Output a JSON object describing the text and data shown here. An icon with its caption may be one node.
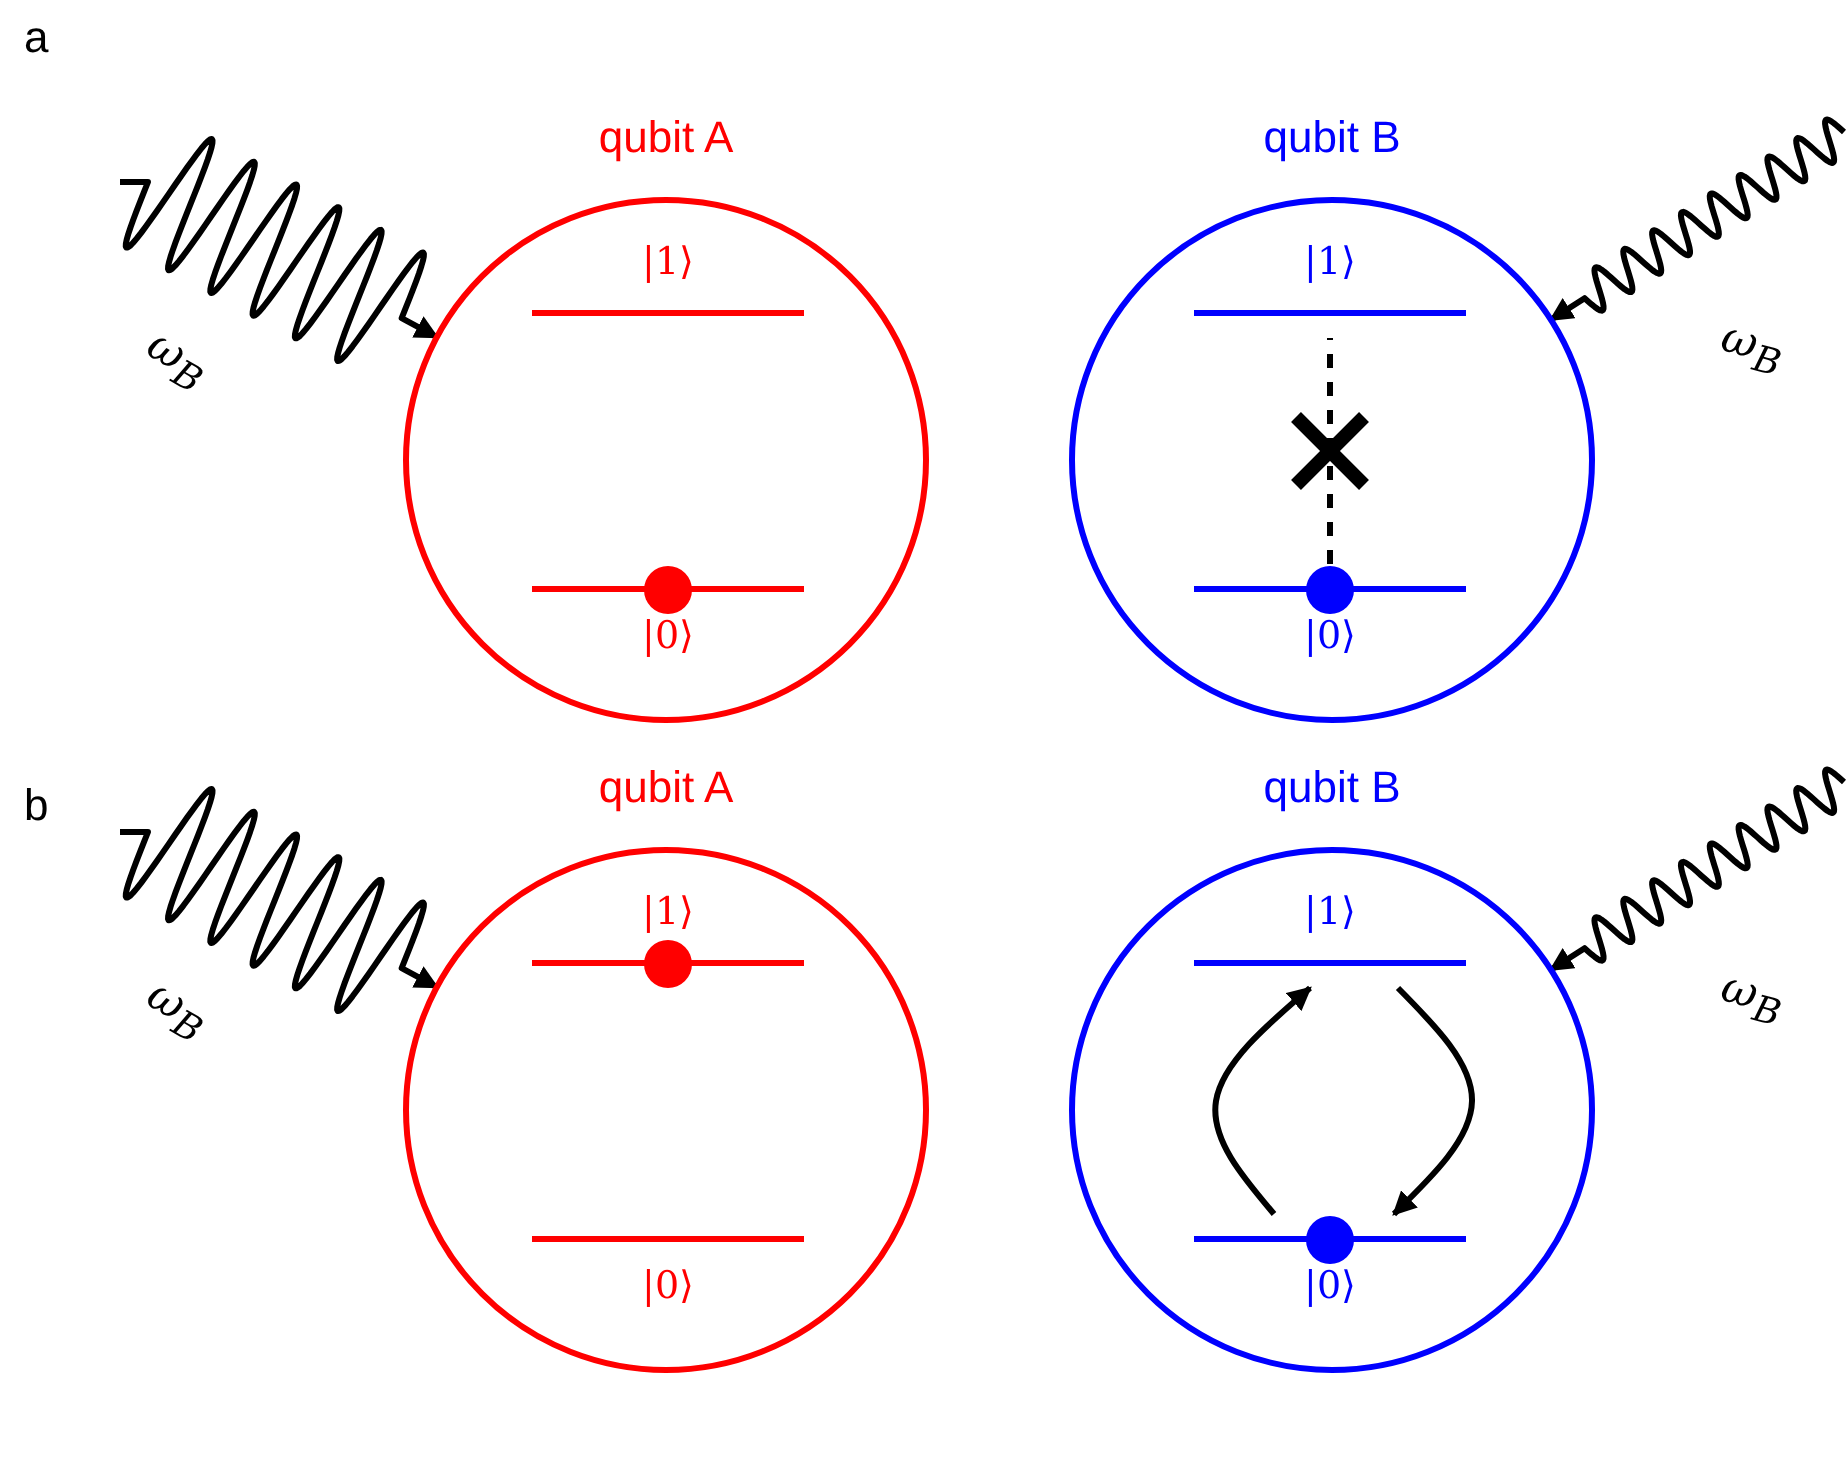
{
  "diagram": {
    "nodes": [
      {
        "text": [
          "qubit A"
        ]
      },
      {
        "text": [
          "|1⟩"
        ],
        "in": 0
      },
      {
        "text": [
          "|0⟩"
        ],
        "in": 0
      },
      {
        "text": [],
        "shape": "circle",
        "in": 0
      },
      {
        "text": [
          "qubit B"
        ]
      },
      {
        "text": [
          "|1⟩"
        ],
        "in": 4
      },
      {
        "text": [
          "|0⟩"
        ],
        "in": 4
      },
      {
        "text": [],
        "shape": "circle",
        "in": 4
      },
      {
        "text": [
          "qubit A"
        ]
      },
      {
        "text": [
          "|1⟩"
        ],
        "in": 8
      },
      {
        "text": [],
        "shape": "circle",
        "in": 8
      },
      {
        "text": [
          "|0⟩"
        ],
        "in": 8
      },
      {
        "text": [
          "qubit B"
        ]
      },
      {
        "text": [
          "|1⟩"
        ],
        "in": 12
      },
      {
        "text": [
          "|0⟩"
        ],
        "in": 12
      },
      {
        "text": [],
        "shape": "circle",
        "in": 12
      }
    ],
    "edges": [
      {
        "from": null,
        "to": 0,
        "arrow": "to"
      },
      {
        "from": null,
        "to": 4,
        "arrow": "to"
      },
      {
        "from": 6,
        "to": 5,
        "arrow": "none",
        "style": "dashed"
      },
      {
        "from": null,
        "to": 8,
        "arrow": "to"
      },
      {
        "from": null,
        "to": 12,
        "arrow": "to"
      },
      {
        "from": 14,
        "to": 13,
        "arrow": "to"
      },
      {
        "from": 13,
        "to": 14,
        "arrow": "to"
      }
    ],
    "labels": [
      "a",
      "ω$_{B}$",
      "ω$_{B}$",
      "b",
      "ω$_{B}$",
      "ω$_{B}$"
    ]
  }
}
